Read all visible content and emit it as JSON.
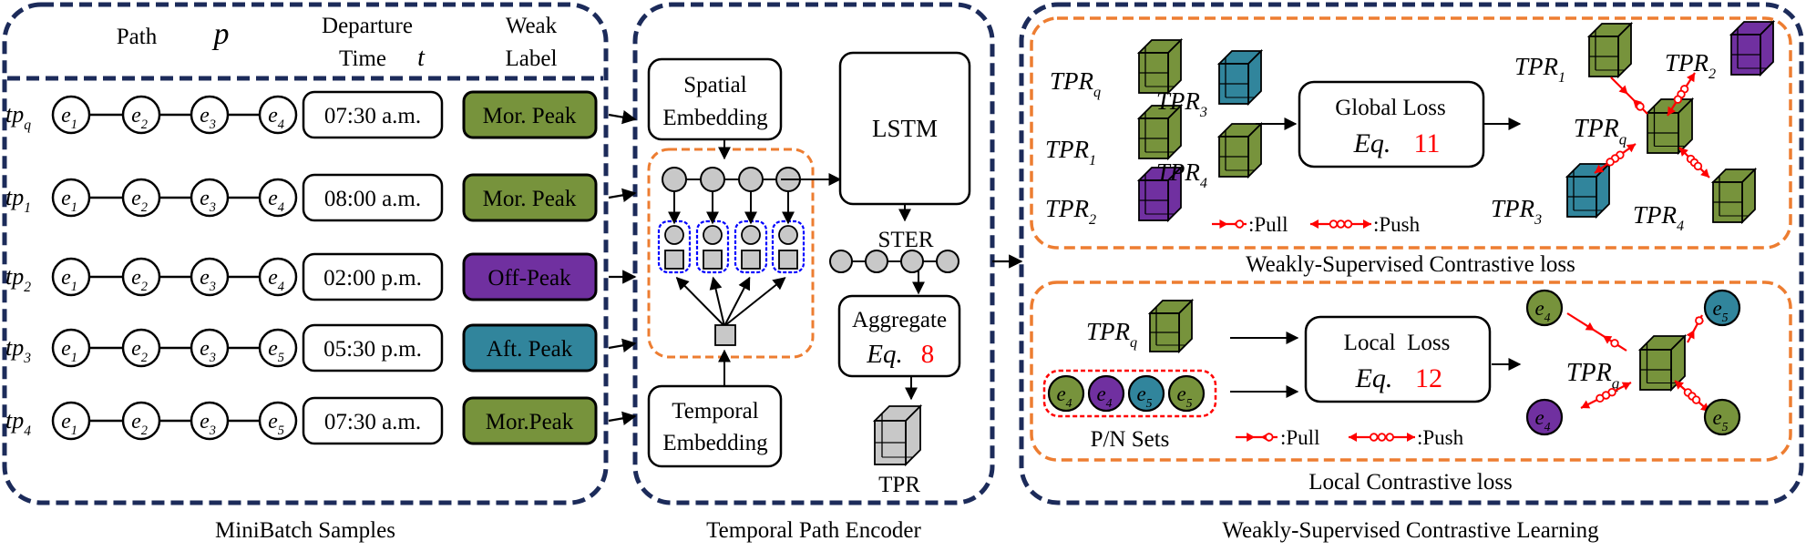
{
  "panels": {
    "minibatch": "MiniBatch Samples",
    "encoder": "Temporal Path Encoder",
    "contrastive": "Weakly-Supervised Contrastive Learning"
  },
  "headers": {
    "path": "Path",
    "path_symbol": "p",
    "departure_line1": "Departure",
    "departure_line2": "Time",
    "departure_symbol": "t",
    "weak_line1": "Weak",
    "weak_line2": "Label"
  },
  "samples": [
    {
      "tp_sub": "q",
      "edges": [
        "1",
        "2",
        "3",
        "4"
      ],
      "time": "07:30 a.m.",
      "label": "Mor. Peak"
    },
    {
      "tp_sub": "1",
      "edges": [
        "1",
        "2",
        "3",
        "4"
      ],
      "time": "08:00 a.m.",
      "label": "Mor. Peak"
    },
    {
      "tp_sub": "2",
      "edges": [
        "1",
        "2",
        "3",
        "4"
      ],
      "time": "02:00 p.m.",
      "label": "Off-Peak"
    },
    {
      "tp_sub": "3",
      "edges": [
        "1",
        "2",
        "3",
        "5"
      ],
      "time": "05:30 p.m.",
      "label": "Aft. Peak"
    },
    {
      "tp_sub": "4",
      "edges": [
        "1",
        "2",
        "3",
        "5"
      ],
      "time": "07:30 a.m.",
      "label": "Mor.Peak"
    }
  ],
  "encoder": {
    "spatial_line1": "Spatial",
    "spatial_line2": "Embedding",
    "temporal_line1": "Temporal",
    "temporal_line2": "Embedding",
    "lstm": "LSTM",
    "ster": "STER",
    "aggregate": "Aggregate",
    "aggregate_eq": "Eq.",
    "aggregate_eq_num": "8",
    "tpr": "TPR"
  },
  "global": {
    "title": "Global Loss",
    "eq": "Eq.",
    "eq_num": "11",
    "caption": "Weakly-Supervised Contrastive loss",
    "pull": ":Pull",
    "push": ":Push",
    "left_tprs": [
      "q",
      "1",
      "2"
    ],
    "mid_tprs": [
      "3",
      "4"
    ],
    "right_tprs": [
      "1",
      "2",
      "q",
      "3",
      "4"
    ]
  },
  "local": {
    "title": "Local  Loss",
    "eq": "Eq.",
    "eq_num": "12",
    "caption": "Local Contrastive loss",
    "sets_label": "P/N Sets",
    "pull": ":Pull",
    "push": ":Push",
    "tpr_sub": "q",
    "set_nodes": [
      "4",
      "4",
      "5",
      "5"
    ],
    "around_nodes": [
      "4",
      "5",
      "4",
      "5"
    ]
  },
  "colors": {
    "navy": "#1c2b5a",
    "orange": "#ed7d31",
    "green": "#77933c",
    "purple": "#7030a0",
    "teal": "#31859c",
    "gray": "#c8c8c8",
    "red": "#ff0000",
    "blue": "#0000ff"
  }
}
